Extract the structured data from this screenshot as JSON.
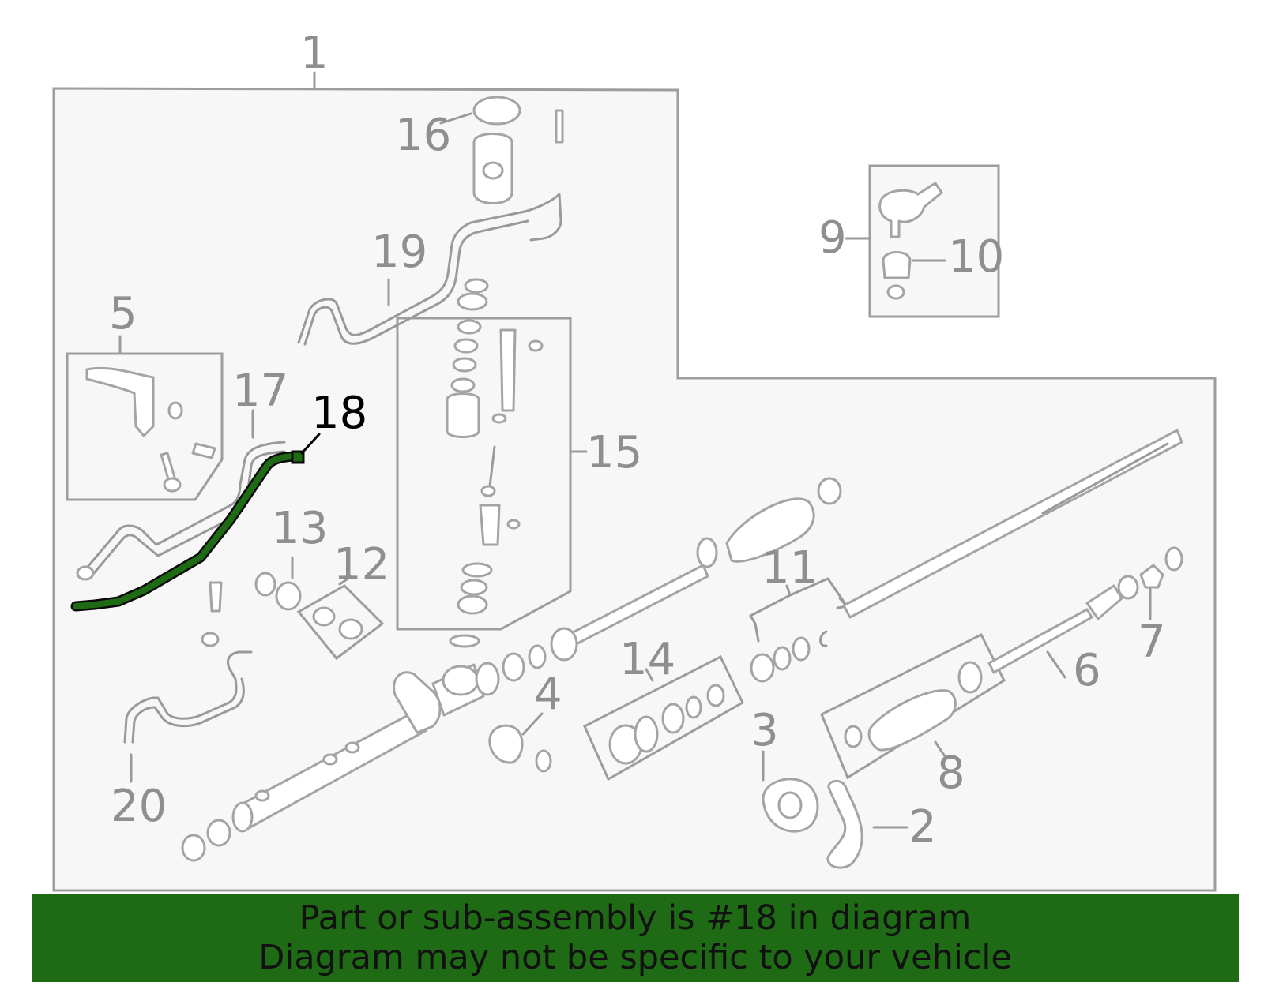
{
  "callouts": {
    "c1": "1",
    "c2": "2",
    "c3": "3",
    "c4": "4",
    "c5": "5",
    "c6": "6",
    "c7": "7",
    "c8": "8",
    "c9": "9",
    "c10": "10",
    "c11": "11",
    "c12": "12",
    "c13": "13",
    "c14": "14",
    "c15": "15",
    "c16": "16",
    "c17": "17",
    "c18": "18",
    "c19": "19",
    "c20": "20"
  },
  "highlight": {
    "part": "18",
    "color": "#1f6a14"
  },
  "banner": {
    "line1": "Part or sub-assembly is #18 in diagram",
    "line2": "Diagram may not be specific to your vehicle",
    "background": "#1f6a14"
  }
}
